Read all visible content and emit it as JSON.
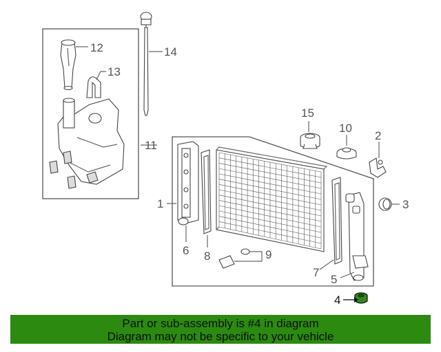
{
  "callouts": {
    "c1": "1",
    "c2": "2",
    "c3": "3",
    "c4": "4",
    "c5": "5",
    "c6": "6",
    "c7": "7",
    "c8": "8",
    "c9": "9",
    "c10": "10",
    "c11": "11",
    "c12": "12",
    "c13": "13",
    "c14": "14",
    "c15": "15"
  },
  "banner": {
    "line1": "Part or sub-assembly is #4 in diagram",
    "line2": "Diagram may not be specific to your vehicle"
  },
  "colors": {
    "banner_bg": "#2b8a0f",
    "highlight_part": "#2f8a1a"
  }
}
